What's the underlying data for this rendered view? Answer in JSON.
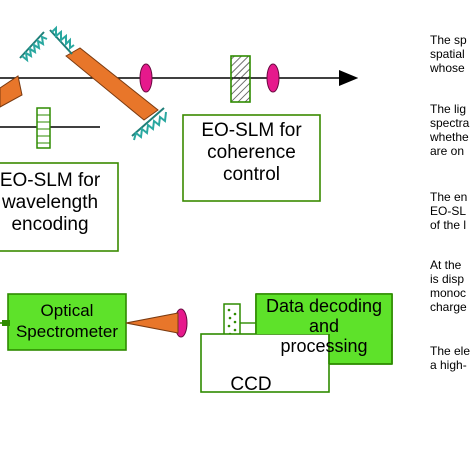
{
  "diagram": {
    "top_box": {
      "line1": "EO-SLM for",
      "line2": "coherence",
      "line3": "control"
    },
    "left_box": {
      "line1": "EO-SLM for",
      "line2": "wavelength",
      "line3": "encoding"
    },
    "spectrometer": {
      "line1": "Optical",
      "line2": "Spectrometer"
    },
    "decoding": {
      "line1": "Data decoding",
      "line2": "and",
      "line3": "processing"
    },
    "ccd": "CCD"
  },
  "side_text": [
    {
      "line1": "The sp",
      "line2": "spatial",
      "line3": "whose"
    },
    {
      "line1": "The lig",
      "line2": "spectra",
      "line3": "whethe",
      "line4": "are on"
    },
    {
      "line1": "The en",
      "line2": "EO-SL",
      "line3": "of the l"
    },
    {
      "line1": "At the",
      "line2": "is disp",
      "line3": "monoc",
      "line4": "charge"
    },
    {
      "line1": "The ele",
      "line2": "a high-"
    }
  ],
  "colors": {
    "orange": "#e8762a",
    "magenta": "#e6198c",
    "green_fill": "#5ee22a",
    "green_edge": "#2e8b00",
    "box_border": "#3a8a00",
    "teal": "#2aa8a0"
  }
}
